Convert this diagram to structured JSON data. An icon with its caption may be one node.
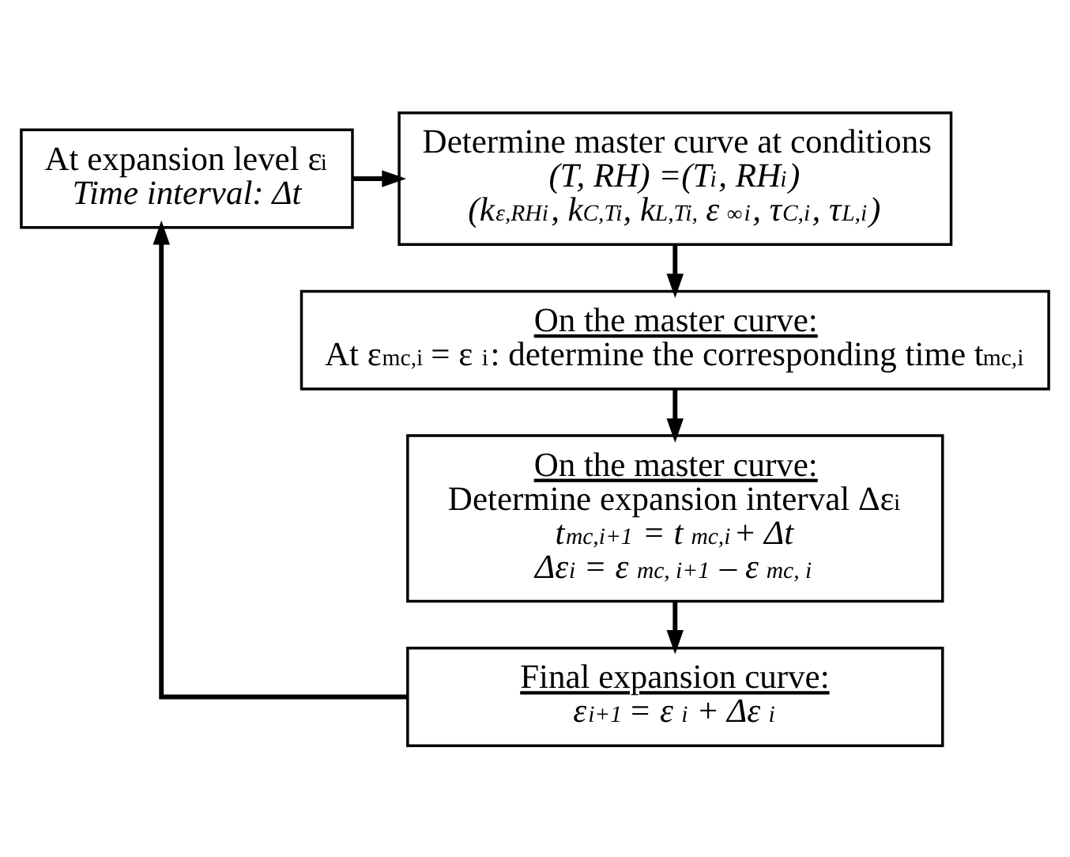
{
  "diagram": {
    "nodes": [
      {
        "text": [
          "At expansion level ε$_{i}$",
          "Time interval: Δt"
        ]
      },
      {
        "text": [
          "Determine master curve at conditions",
          "(T, RH) =(T$_{i}$, RH$_{i}$)",
          "(k$_{ε,RHi}$, k$_{C,Ti}$, k$_{L,Ti,}$ ε$^{∞}$$_{i}$, τ$_{C,i}$, τ$_{L,i}$)"
        ]
      },
      {
        "text": [
          "On the master curve:",
          "At ε$_{mc,i}$ = ε$_{i}$: determine the corresponding time t$_{mc,i}$"
        ]
      },
      {
        "text": [
          "On the master curve:",
          "Determine expansion interval Δε$_{i}$",
          "t$_{mc,i+1}$ = t$_{mc,i}$+ Δt",
          "Δε$_{i}$ = ε$_{mc, i+1}$ – ε$_{mc, i}$"
        ]
      },
      {
        "text": [
          "Final expansion curve:",
          "ε$_{i+1}$ = ε$_{i}$ + Δε$_{i}$"
        ]
      }
    ],
    "edges": [
      {
        "from": 0,
        "to": 1,
        "arrow": "to"
      },
      {
        "from": 1,
        "to": 2,
        "arrow": "to"
      },
      {
        "from": 2,
        "to": 3,
        "arrow": "to"
      },
      {
        "from": 3,
        "to": 4,
        "arrow": "to"
      },
      {
        "from": 4,
        "to": 0,
        "arrow": "to"
      }
    ]
  }
}
